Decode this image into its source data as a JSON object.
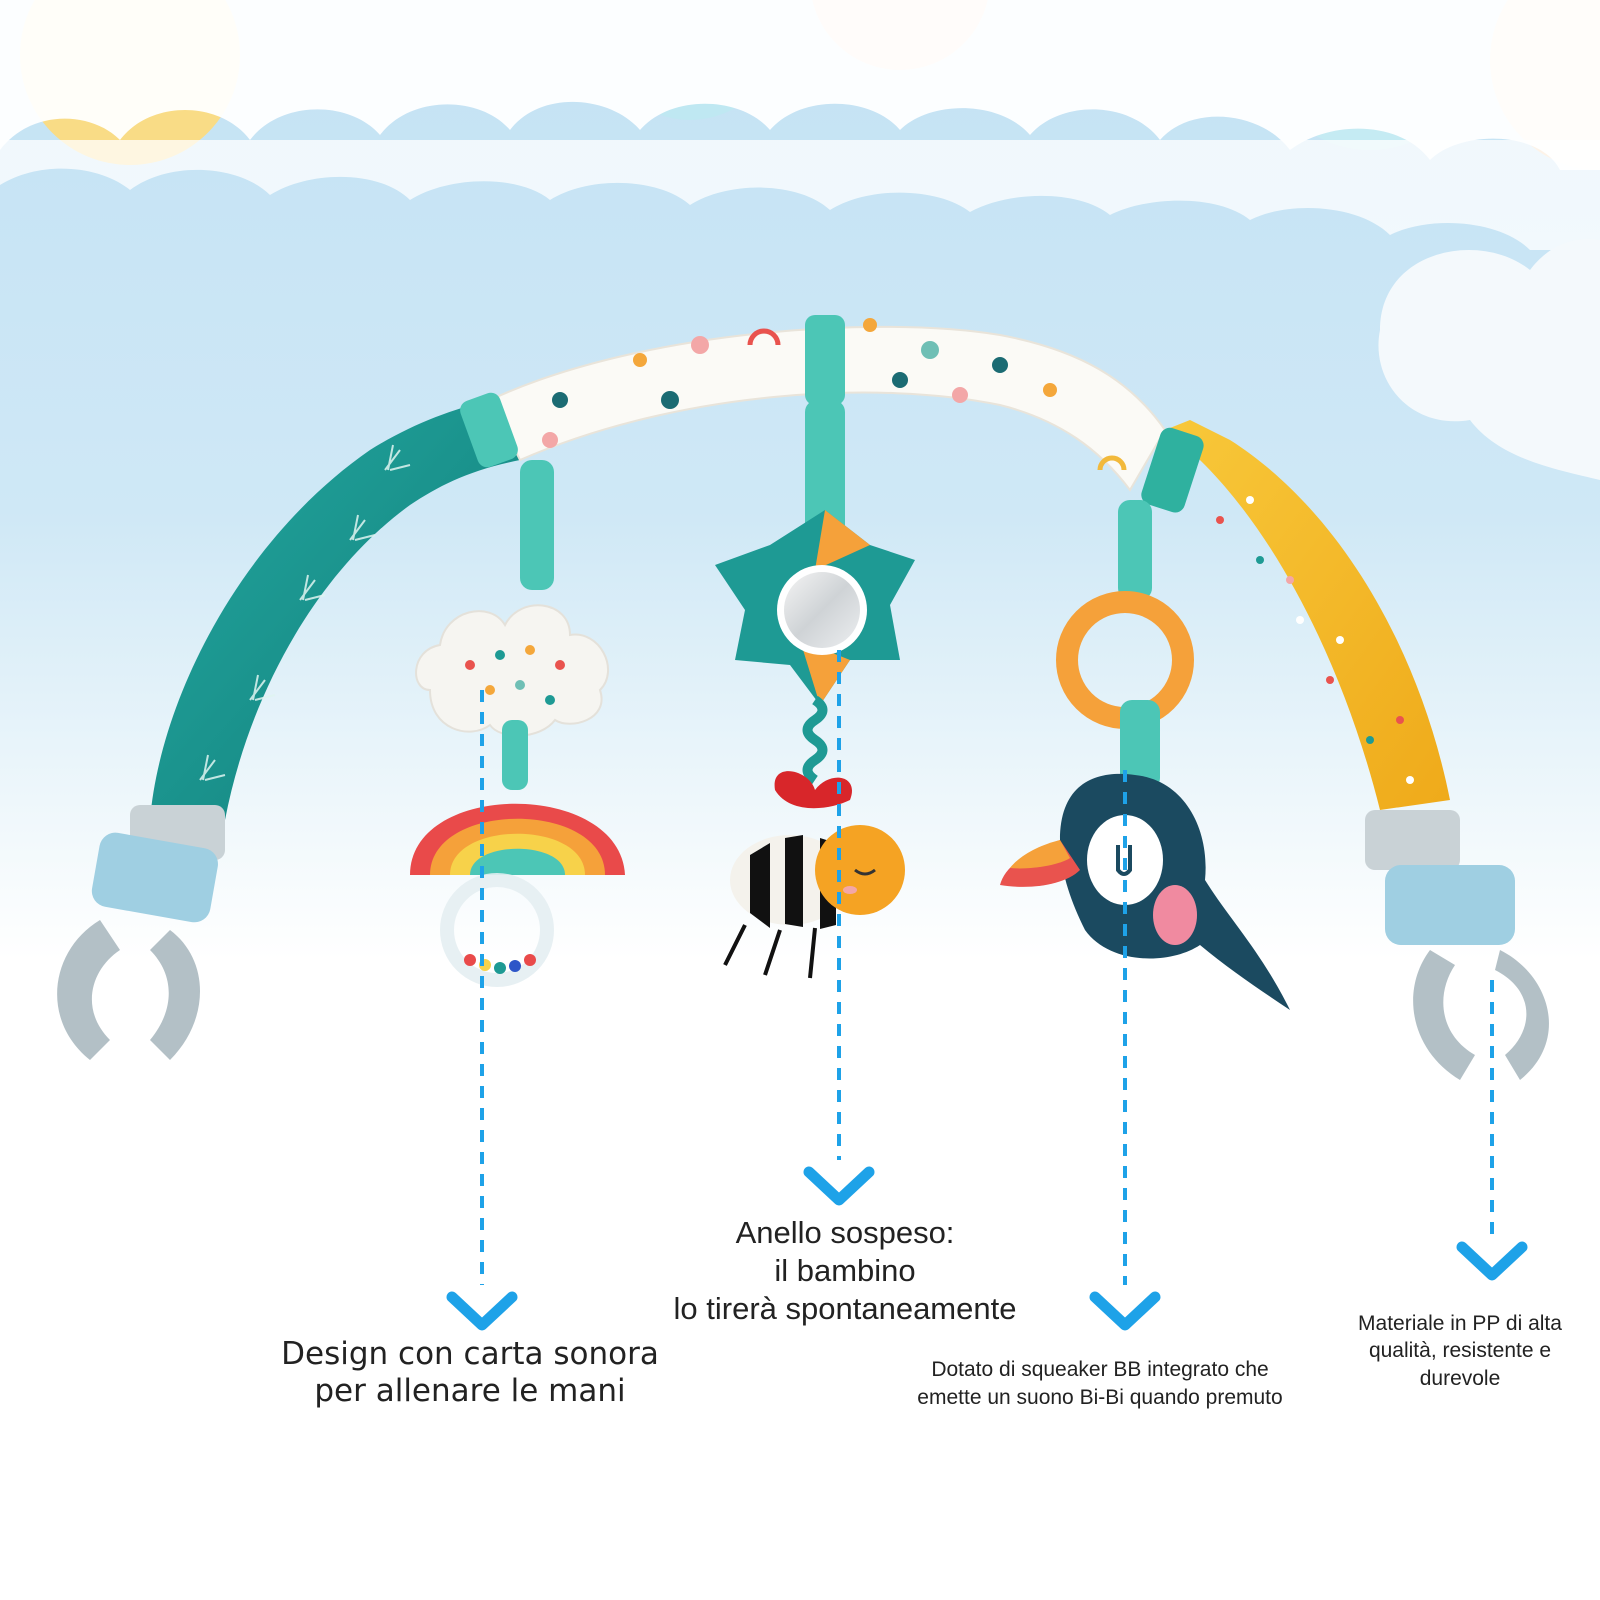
{
  "palette": {
    "sky_top": "#bfe0f2",
    "sky_bottom": "#ffffff",
    "sun_yellow": "#f9dc86",
    "peach": "#f7c9a3",
    "cloud_blue": "#bfe8f2",
    "teal": "#1e9a94",
    "white_fabric": "#fbfaf6",
    "yellow_fabric": "#f3bb2a",
    "clip_blue": "#9fcfe2",
    "clip_grey": "#c9d2d6",
    "guide_blue": "#1ea2e8"
  },
  "toys": [
    {
      "name": "cloud-rattle",
      "icon": "cloud-icon"
    },
    {
      "name": "rainbow-rattle",
      "icon": "rainbow-icon"
    },
    {
      "name": "star-mirror",
      "icon": "mirror-icon"
    },
    {
      "name": "bee",
      "icon": "bee-icon"
    },
    {
      "name": "teether-ring",
      "icon": "ring-icon"
    },
    {
      "name": "toucan",
      "icon": "toucan-icon"
    }
  ],
  "callouts": {
    "design": {
      "lines": [
        "Design con carta sonora",
        "per allenare le mani"
      ]
    },
    "anello": {
      "lines": [
        "Anello sospeso:",
        "il bambino",
        "lo tirerà spontaneamente"
      ]
    },
    "squeaker": {
      "lines": [
        "Dotato di squeaker BB integrato che",
        "emette un suono Bi-Bi quando premuto"
      ]
    },
    "materiale": {
      "lines": [
        "Materiale in PP di alta",
        "qualità, resistente e",
        "durevole"
      ]
    }
  }
}
